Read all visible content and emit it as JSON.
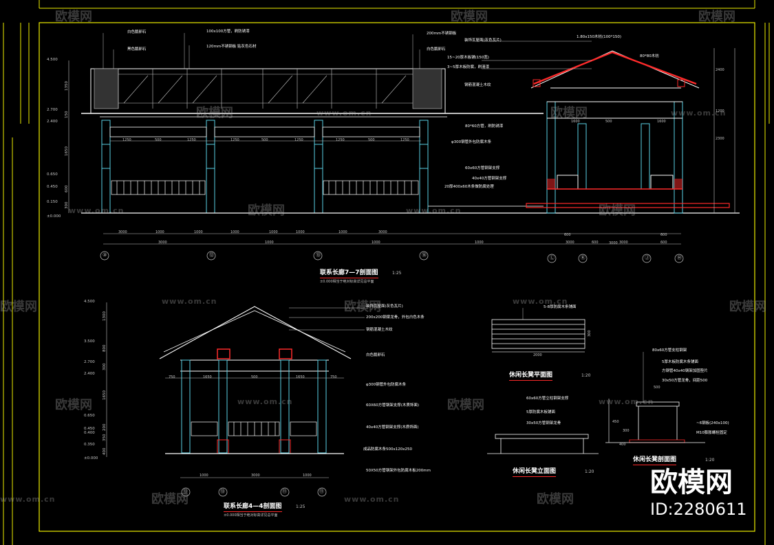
{
  "colors": {
    "background": "#000000",
    "frame": "#f0f000",
    "structure": "#ffffff",
    "columns": "#5ad2e6",
    "dimension": "#c8c8c8",
    "annotation": "#ffffff",
    "section_cut": "#ff2a2a",
    "title_underline": "#ff2a2a",
    "level_text": "#c8c8c8"
  },
  "watermark": {
    "logo": "欧模网",
    "url": "www.om.cn"
  },
  "brand": {
    "logo": "欧模网",
    "id": "ID:2280611"
  },
  "drawings": {
    "elevation_77": {
      "title": "联系长廊7—7剖面图",
      "scale": "1:25",
      "note": "±0.000相当于绝对标高详见总平面",
      "levels": [
        "4.500",
        "2.700",
        "2.400",
        "0.650",
        "0.450",
        "0.150",
        "±0.000"
      ],
      "vertical_dims": [
        "1350",
        "150",
        "1650",
        "600",
        "300"
      ],
      "labels_left": [
        "白色鹅卵石",
        "黑色鹅卵石",
        "100x100方管，刷防锈漆",
        "120mm不锈钢板 贴灰色石材"
      ],
      "labels_right": [
        "200mm不锈钢板",
        "白色鹅卵石",
        "装饰瓦屋面(灰色瓦片)",
        "1.80x150木枋(100*150)",
        "80*80木枋",
        "15~20厚木板铺(150宽)",
        "3~5厚木板防腐，刷清漆",
        "钢筋混凝土木纹",
        "80*60方管，刷防锈漆",
        "φ300钢管外包防腐木条",
        "60x60方管钢架支撑",
        "40x40方管钢架支撑",
        "20厚400x60木条做防腐处理"
      ],
      "span_dims_top": [
        "1250",
        "500",
        "1250",
        "1250",
        "500",
        "1250",
        "1250",
        "500",
        "1250"
      ],
      "span_dims_bottom": [
        "3000",
        "1000",
        "1000",
        "1000",
        "1000",
        "1000",
        "1000",
        "3000",
        "3000",
        "1000",
        "1000",
        "1000",
        "3000",
        "600",
        "600",
        "3000"
      ],
      "axes_left": [
        "③",
        "⑫",
        "⑬",
        "⑭"
      ],
      "axes_right": [
        "Ⓛ",
        "Ⓚ",
        "Ⓙ",
        "Ⓗ"
      ],
      "pavilion_dims": [
        "1600",
        "500",
        "1600",
        "2400",
        "1200",
        "2300",
        "600",
        "3000",
        "600"
      ]
    },
    "section_44": {
      "title": "联系长廊4—4剖面图",
      "scale": "1:25",
      "note": "±0.000相当于绝对标高详见总平面",
      "levels": [
        "4.500",
        "3.500",
        "2.700",
        "2.400",
        "0.650",
        "0.450",
        "0.350",
        "0.400",
        "±0.000"
      ],
      "vertical_dims": [
        "1300",
        "800",
        "300",
        "1650",
        "200",
        "350",
        "400"
      ],
      "labels": [
        "装饰瓦屋面(灰色瓦片)",
        "200x200钢梁龙骨，外包白色木条",
        "钢筋混凝土木纹",
        "白色鹅卵石",
        "φ300钢管外包防腐木条",
        "60X60方管钢架支撑(木质饰面)",
        "40x40方管钢架支撑(木质饰面)",
        "成品防腐木条500x120x250",
        "50X50方管钢架外包防腐木板200mm"
      ],
      "top_dims": [
        "750",
        "1650",
        "500",
        "1650",
        "750"
      ],
      "bottom_dims": [
        "1000",
        "3000",
        "1000"
      ],
      "axes": [
        "⑬",
        "⑬",
        "⑪",
        "⑪"
      ]
    },
    "bench_plan": {
      "title": "休闲长凳平面图",
      "scale": "1:20",
      "labels": [
        "5-8厚防腐木条铺面"
      ],
      "dims": [
        "2000",
        "300"
      ]
    },
    "bench_elevation": {
      "title": "休闲长凳立面图",
      "scale": "1:20",
      "labels": [
        "60x60方管立柱钢架支撑",
        "5厚防腐木板铺面",
        "30x50方管钢架龙骨"
      ]
    },
    "bench_section": {
      "title": "休闲长凳剖面图",
      "scale": "1:20",
      "labels": [
        "80x60方管支柱钢架",
        "5厚木板防腐木条铺面",
        "方钢管40x40钢架加固垫片",
        "30x50方管龙骨，间距500",
        "~6钢板(240x100)",
        "M10膨胀螺栓固定"
      ],
      "dims": [
        "500",
        "450",
        "300",
        "400"
      ]
    }
  }
}
